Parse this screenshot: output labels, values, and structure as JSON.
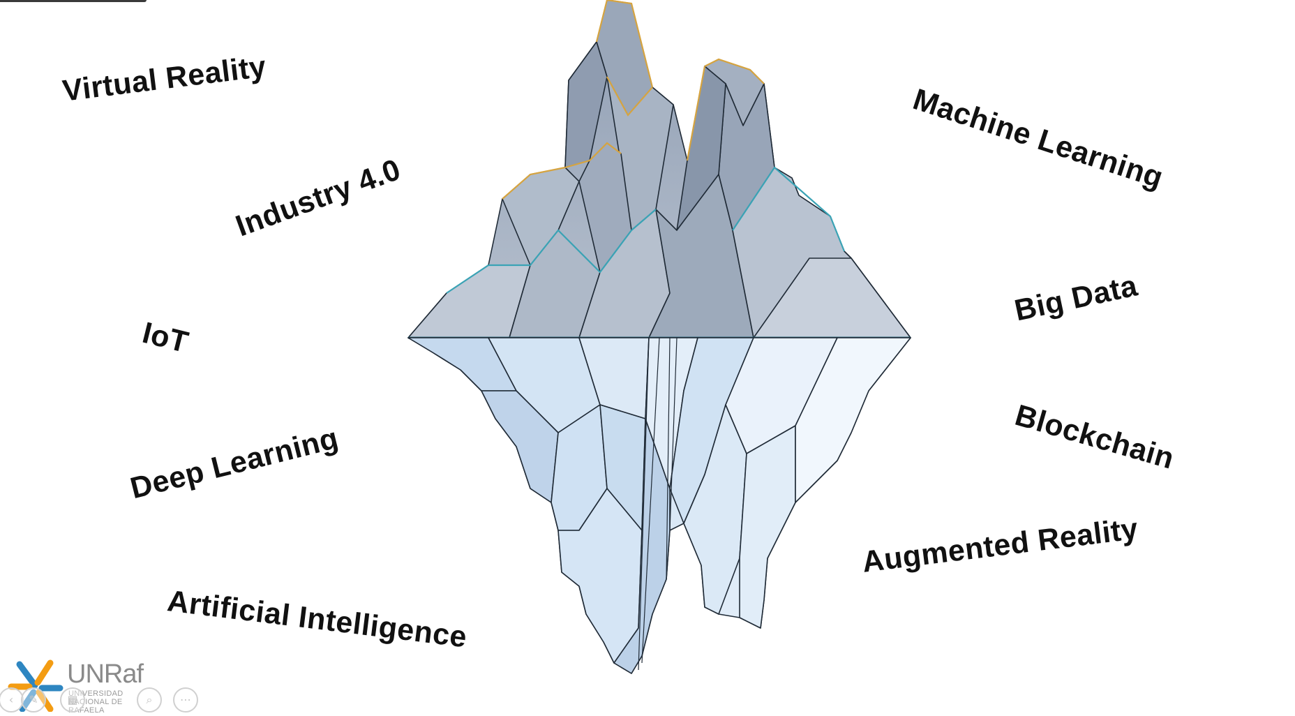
{
  "slide": {
    "labels": [
      {
        "id": "virtual-reality",
        "text": "Virtual Reality"
      },
      {
        "id": "industry-40",
        "text": "Industry 4.0"
      },
      {
        "id": "iot",
        "text": "IoT"
      },
      {
        "id": "deep-learning",
        "text": "Deep Learning"
      },
      {
        "id": "artificial-intelligence",
        "text": "Artificial Intelligence"
      },
      {
        "id": "machine-learning",
        "text": "Machine Learning"
      },
      {
        "id": "big-data",
        "text": "Big Data"
      },
      {
        "id": "blockchain",
        "text": "Blockchain"
      },
      {
        "id": "augmented-reality",
        "text": "Augmented Reality"
      }
    ],
    "illustration": "iceberg-icon"
  },
  "logo": {
    "name": "UNRaf",
    "subtitle": [
      "UNIVERSIDAD",
      "NACIONAL DE",
      "RAFAELA"
    ],
    "icon": "unraf-logo-icon",
    "colors": {
      "orange": "#f39c12",
      "blue": "#2e86c1",
      "gray": "#8a8a8a"
    }
  },
  "player_controls": [
    {
      "id": "prev",
      "icon": "previous-icon"
    },
    {
      "id": "pen",
      "icon": "pen-icon"
    },
    {
      "id": "slides",
      "icon": "slides-icon"
    },
    {
      "id": "zoom",
      "icon": "zoom-icon"
    },
    {
      "id": "more",
      "icon": "more-icon"
    }
  ],
  "colors": {
    "iceberg_top": "#a8b3c4",
    "iceberg_bottom": "#d6e6f5",
    "edge_dark": "#1f2a36",
    "edge_gold": "#d6a440",
    "edge_teal": "#3aa3b5",
    "label": "#111111"
  }
}
